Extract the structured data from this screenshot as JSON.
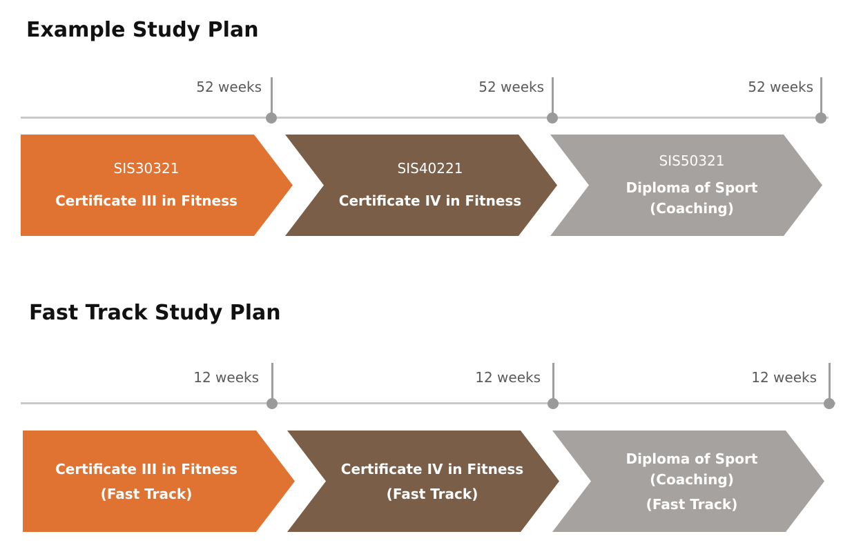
{
  "colors": {
    "orange": "#E07232",
    "brown": "#7A5E48",
    "grey": "#A6A29F",
    "timeline": "#C9C9C9",
    "tick": "#9E9E9E"
  },
  "plans": [
    {
      "title": "Example Study Plan",
      "steps": [
        {
          "duration": "52 weeks",
          "code": "SIS30321",
          "name": [
            "Certificate III in Fitness"
          ],
          "sub": "",
          "color": "orange"
        },
        {
          "duration": "52 weeks",
          "code": "SIS40221",
          "name": [
            "Certificate IV in Fitness"
          ],
          "sub": "",
          "color": "brown"
        },
        {
          "duration": "52 weeks",
          "code": "SIS50321",
          "name": [
            "Diploma of Sport",
            "(Coaching)"
          ],
          "sub": "",
          "color": "grey"
        }
      ]
    },
    {
      "title": "Fast Track Study Plan",
      "steps": [
        {
          "duration": "12 weeks",
          "code": "",
          "name": [
            "Certificate III in Fitness"
          ],
          "sub": "(Fast Track)",
          "color": "orange"
        },
        {
          "duration": "12 weeks",
          "code": "",
          "name": [
            "Certificate IV in Fitness"
          ],
          "sub": "(Fast Track)",
          "color": "brown"
        },
        {
          "duration": "12 weeks",
          "code": "",
          "name": [
            "Diploma of Sport",
            "(Coaching)"
          ],
          "sub": "(Fast Track)",
          "color": "grey"
        }
      ]
    }
  ]
}
